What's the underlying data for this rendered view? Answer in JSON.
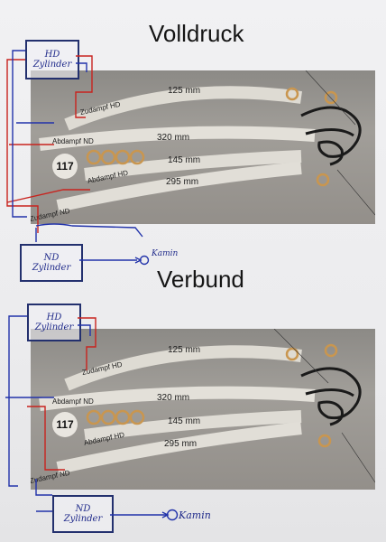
{
  "sections": [
    {
      "heading": "Volldruck",
      "tubes": {
        "t125": "125 mm",
        "t320": "320 mm",
        "t145": "145 mm",
        "t295": "295 mm"
      },
      "labels": {
        "zudampf_top": "Zudampf HD",
        "abdampf_nd": "Abdampf ND",
        "abdampf_hd": "Abdampf HD",
        "zudampf_nd": "Zudampf ND"
      },
      "badge": "117",
      "cylinder_top": {
        "line1": "HD",
        "line2": "Zylinder"
      },
      "cylinder_bottom": {
        "line1": "ND",
        "line2": "Zylinder"
      },
      "kamin": "Kamin"
    },
    {
      "heading": "Verbund",
      "tubes": {
        "t125": "125 mm",
        "t320": "320 mm",
        "t145": "145 mm",
        "t295": "295 mm"
      },
      "labels": {
        "zudampf_top": "Zudampf HD",
        "abdampf_nd": "Abdampf ND",
        "abdampf_hd": "Abdampf HD",
        "zudampf_nd": "Zudampf ND"
      },
      "badge": "117",
      "cylinder_top": {
        "line1": "HD",
        "line2": "Zylinder"
      },
      "cylinder_bottom": {
        "line1": "ND",
        "line2": "Zylinder"
      },
      "kamin": "Kamin"
    }
  ],
  "colors": {
    "pen_blue": "#2233aa",
    "pen_red": "#c8231e",
    "tube": "#e2dfd8",
    "metal_ring": "#c9964f",
    "clip": "#1a1a1a"
  }
}
